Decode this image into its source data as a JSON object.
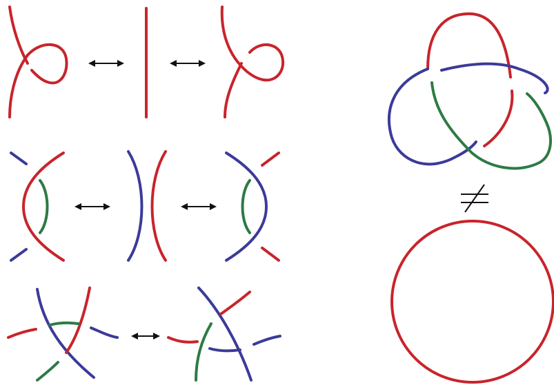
{
  "figure": {
    "colors": {
      "red": "#c8242b",
      "blue": "#3b3b9a",
      "green": "#2e7a45",
      "arrow": "#111111",
      "background": "#ffffff"
    },
    "panels": [
      {
        "name": "reidemeister-move-1",
        "relation": "equivalent",
        "symbol": "double-headed-arrow"
      },
      {
        "name": "reidemeister-move-2",
        "relation": "equivalent",
        "symbol": "double-headed-arrow"
      },
      {
        "name": "reidemeister-move-3",
        "relation": "equivalent",
        "symbol": "double-headed-arrow"
      },
      {
        "name": "trefoil-vs-unknot",
        "relation": "not-equivalent",
        "symbol": "not-equal-sign"
      }
    ]
  }
}
